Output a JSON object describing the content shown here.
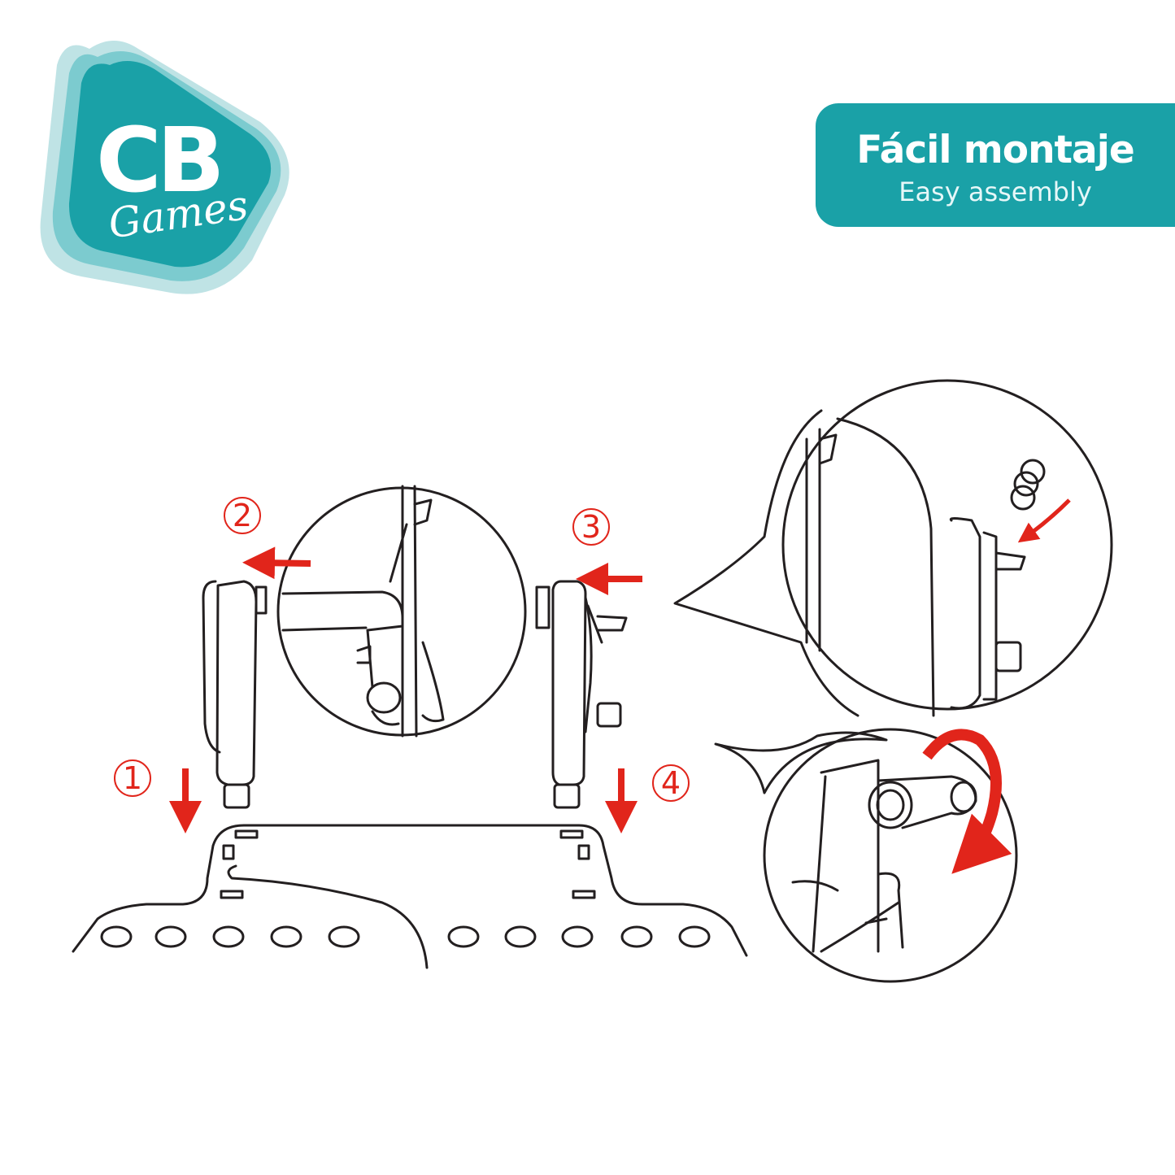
{
  "logo": {
    "line1": "CB",
    "line2": "Games",
    "color": "#1aa1a7"
  },
  "banner": {
    "title": "Fácil montaje",
    "subtitle": "Easy assembly",
    "color": "#1aa1a7"
  },
  "steps": [
    "1",
    "2",
    "3",
    "4"
  ],
  "colors": {
    "line": "#231f20",
    "arrow": "#e1251b"
  }
}
